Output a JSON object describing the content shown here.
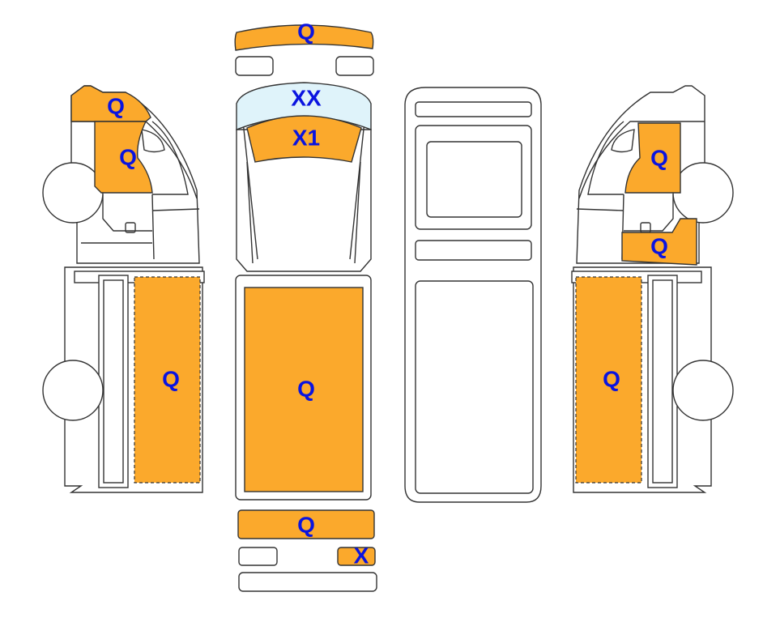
{
  "title": "Vehicle damage diagram",
  "colors": {
    "damaged": "#fba92c",
    "glass": "#dff3fa",
    "label": "#0a14e0",
    "outline": "#333333"
  },
  "labels": {
    "front_bumper": "Q",
    "windshield": "XX",
    "hood": "X1",
    "roof": "Q",
    "rear_bumper": "Q",
    "rear_right_light": "X",
    "left_cab_upper": "Q",
    "left_cab_door": "Q",
    "left_cargo_side": "Q",
    "right_cab_door": "Q",
    "right_cab_lower": "Q",
    "right_cargo_side": "Q"
  }
}
